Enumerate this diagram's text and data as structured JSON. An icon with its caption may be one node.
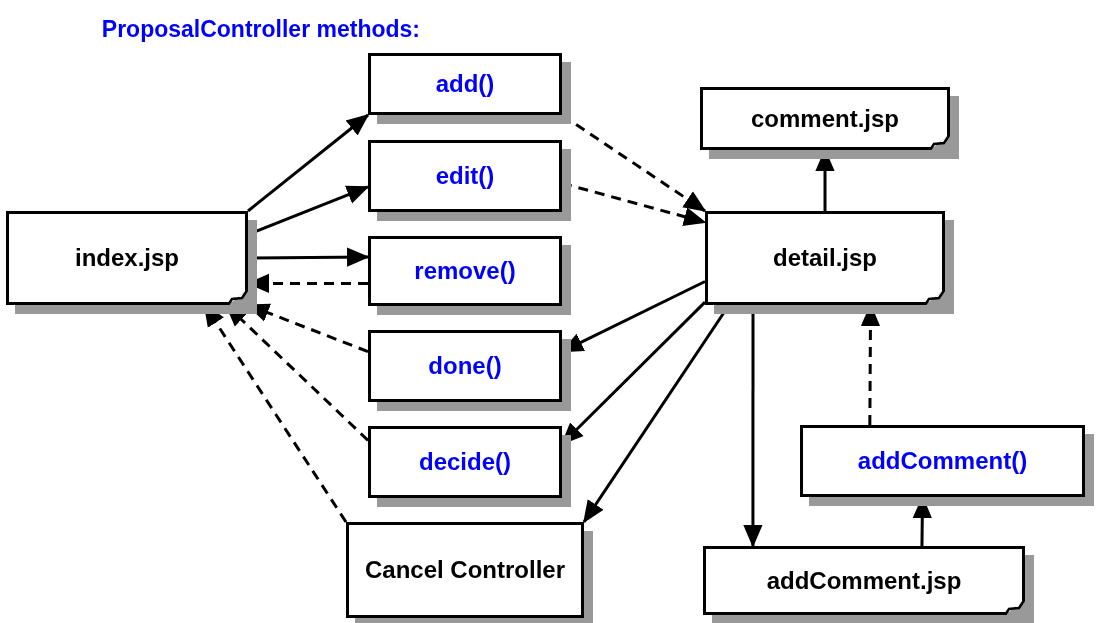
{
  "diagram": {
    "nodes": [
      {
        "text": [
          "index.jsp"
        ]
      },
      {
        "text": [
          "add()"
        ]
      },
      {
        "text": [
          "edit()"
        ]
      },
      {
        "text": [
          "remove()"
        ]
      },
      {
        "text": [
          "done()"
        ]
      },
      {
        "text": [
          "decide()"
        ]
      },
      {
        "text": [
          "Cancel Controller"
        ]
      },
      {
        "text": [
          "comment.jsp"
        ]
      },
      {
        "text": [
          "detail.jsp"
        ]
      },
      {
        "text": [
          "addComment()"
        ]
      },
      {
        "text": [
          "addComment.jsp"
        ]
      }
    ],
    "edges": [
      {
        "from": 0,
        "to": 1,
        "arrow": "to"
      },
      {
        "from": 0,
        "to": 2,
        "arrow": "to"
      },
      {
        "from": 0,
        "to": 3,
        "arrow": "to"
      },
      {
        "from": 3,
        "to": 0,
        "arrow": "to",
        "style": "dashed"
      },
      {
        "from": 4,
        "to": 0,
        "arrow": "to",
        "style": "dashed"
      },
      {
        "from": 5,
        "to": 0,
        "arrow": "to",
        "style": "dashed"
      },
      {
        "from": 6,
        "to": 0,
        "arrow": "to",
        "style": "dashed"
      },
      {
        "from": 1,
        "to": 8,
        "arrow": "to",
        "style": "dashed"
      },
      {
        "from": 2,
        "to": 8,
        "arrow": "to",
        "style": "dashed"
      },
      {
        "from": 8,
        "to": 7,
        "arrow": "to"
      },
      {
        "from": 8,
        "to": 4,
        "arrow": "to"
      },
      {
        "from": 8,
        "to": 5,
        "arrow": "to"
      },
      {
        "from": 8,
        "to": 6,
        "arrow": "to"
      },
      {
        "from": 8,
        "to": 10,
        "arrow": "to"
      },
      {
        "from": 10,
        "to": 9,
        "arrow": "to"
      },
      {
        "from": 9,
        "to": 8,
        "arrow": "to",
        "style": "dashed"
      }
    ],
    "labels": [
      "ProposalController methods:"
    ]
  }
}
